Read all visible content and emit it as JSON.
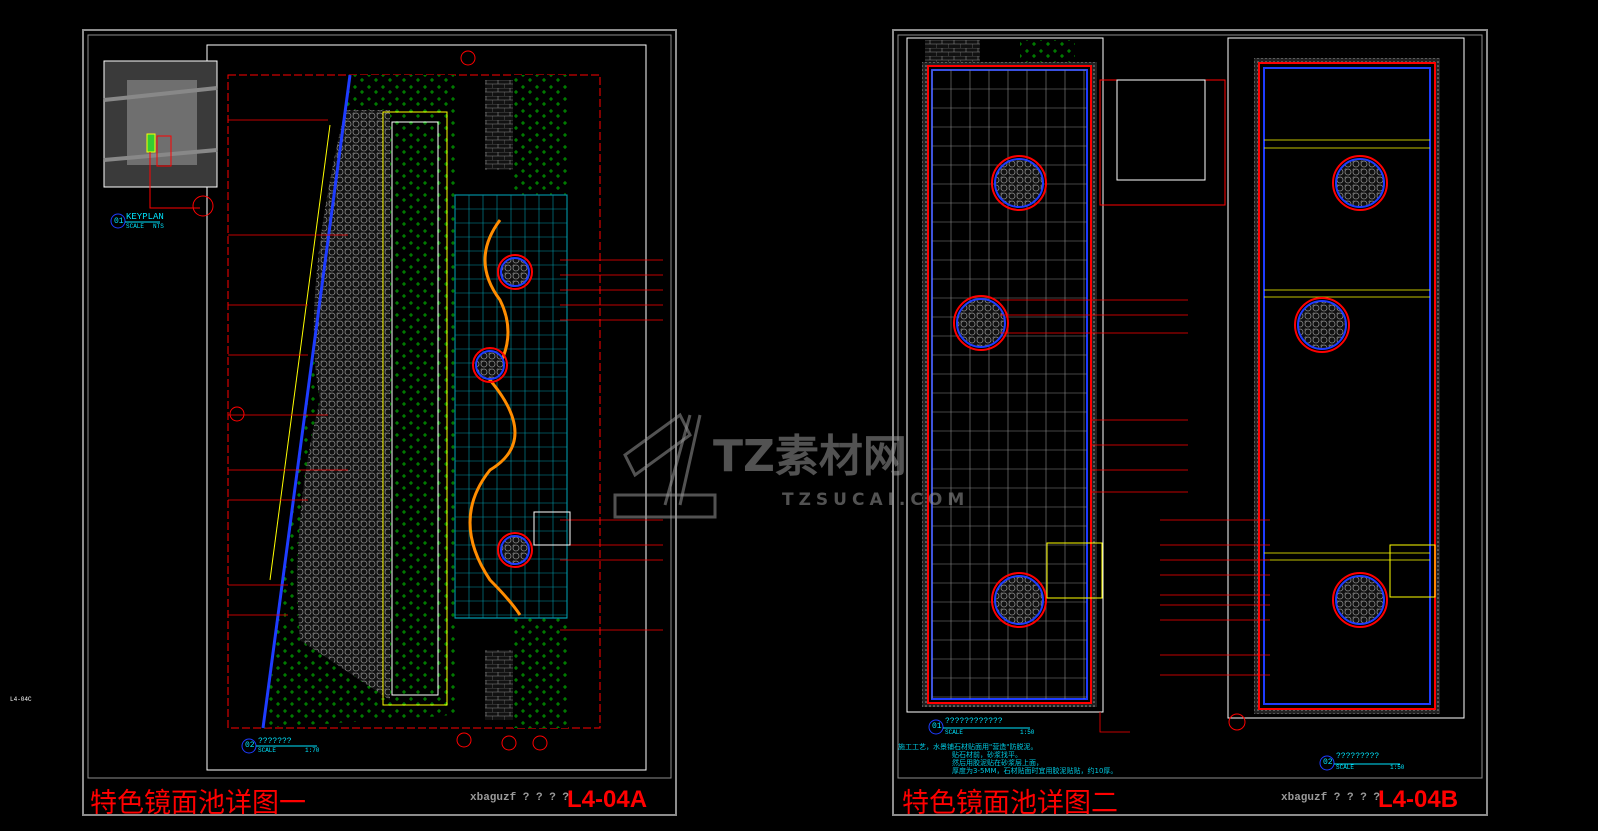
{
  "sheets": [
    {
      "title": "特色镜面池详图一",
      "sheet_number": "L4-04A",
      "logo_text": "xbaguzf ? ? ? ?",
      "keyplan": {
        "number": "01",
        "label": "KEYPLAN",
        "scale_label": "SCALE",
        "scale_value": "NTS"
      },
      "detail": {
        "number": "02",
        "label": "???????",
        "scale_label": "SCALE",
        "scale_value": "1:70"
      }
    },
    {
      "title": "特色镜面池详图二",
      "sheet_number": "L4-04B",
      "logo_text": "xbaguzf ? ? ? ?",
      "detail1": {
        "number": "01",
        "label": "????????????",
        "scale_label": "SCALE",
        "scale_value": "1:50"
      },
      "detail2": {
        "number": "02",
        "label": "?????????",
        "scale_label": "SCALE",
        "scale_value": "1:50"
      },
      "notes": [
        "施工工艺，水景铺石材贴面用\"营造\"防脱泥。",
        "贴石材前，砂浆找平。",
        "然后用胶泥贴在砂浆层上面，",
        "厚度为3-5MM，石材贴面时宜用胶泥贴贴，约10厚。"
      ]
    }
  ],
  "side_reference": "L4-04C",
  "watermark": {
    "main": "TZ素材网",
    "sub": "TZSUCAI.COM"
  },
  "colors": {
    "background": "#000000",
    "title": "#ff0000",
    "frame": "#8c8c8c",
    "annotation": "#00e5ff",
    "grid": "#00bcd4"
  }
}
